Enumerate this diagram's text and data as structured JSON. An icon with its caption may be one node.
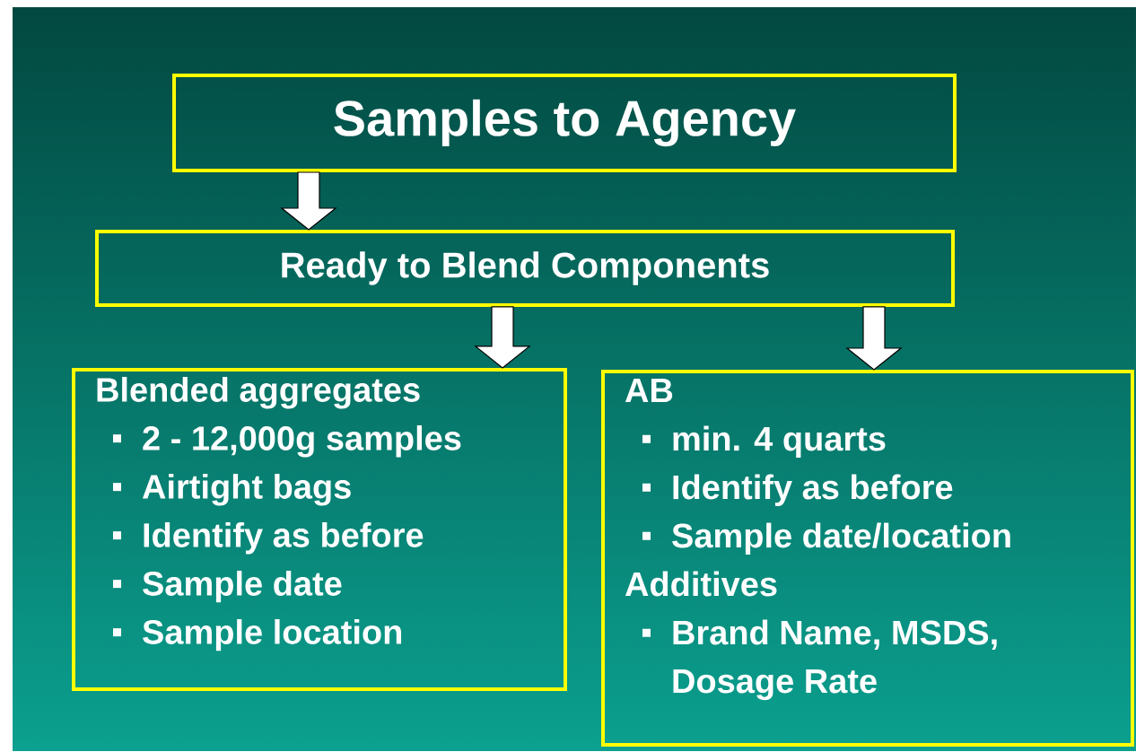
{
  "diagram": {
    "nodes": [
      {
        "text": [
          "Samples to Agency"
        ]
      },
      {
        "text": [
          "Ready to Blend Components"
        ]
      },
      {
        "text": [
          "Blended aggregates",
          "2 - 12,000g samples",
          "Airtight bags",
          "Identify as before",
          "Sample date",
          "Sample location"
        ]
      },
      {
        "text": [
          "AB",
          "min. 4 quarts",
          "Identify as before",
          "Sample date/location",
          "Additives",
          "Brand Name, MSDS, Dosage Rate"
        ]
      }
    ],
    "edges": [
      {
        "from": 0,
        "to": 1,
        "arrow": "to"
      },
      {
        "from": 1,
        "to": 2,
        "arrow": "to"
      },
      {
        "from": 1,
        "to": 3,
        "arrow": "to"
      }
    ]
  }
}
